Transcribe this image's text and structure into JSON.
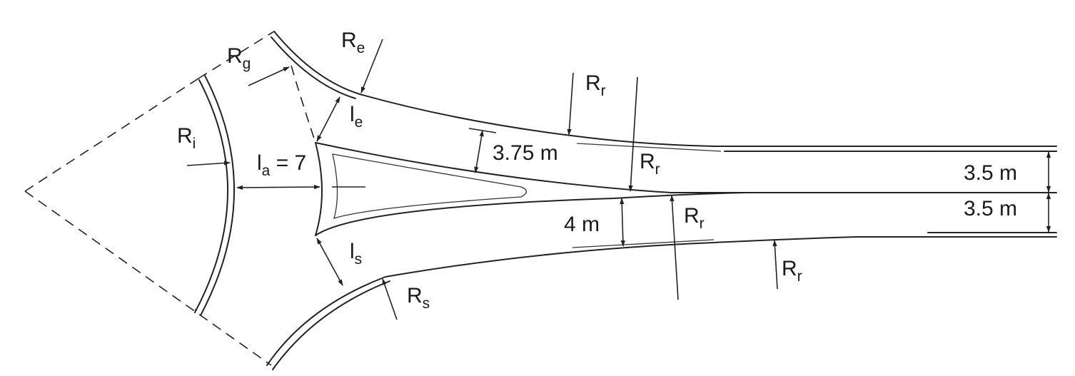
{
  "labels": {
    "r_e": {
      "main": "R",
      "sub": "e"
    },
    "r_g": {
      "main": "R",
      "sub": "g"
    },
    "r_i": {
      "main": "R",
      "sub": "i"
    },
    "r_s": {
      "main": "R",
      "sub": "s"
    },
    "r_r_top": {
      "main": "R",
      "sub": "r"
    },
    "r_r_mid_upper": {
      "main": "R",
      "sub": "r"
    },
    "r_r_mid_lower": {
      "main": "R",
      "sub": "r"
    },
    "r_r_bottom": {
      "main": "R",
      "sub": "r"
    },
    "l_e": {
      "main": "l",
      "sub": "e"
    },
    "l_s": {
      "main": "l",
      "sub": "s"
    },
    "l_a": {
      "main": "l",
      "sub": "a",
      "suffix": " = 7"
    }
  },
  "dimensions": {
    "entry_lane_width": "3.75 m",
    "exit_lane_width": "4 m",
    "road_lane_upper": "3.5 m",
    "road_lane_lower": "3.5 m"
  },
  "colors": {
    "line": "#222222",
    "background": "#ffffff"
  }
}
